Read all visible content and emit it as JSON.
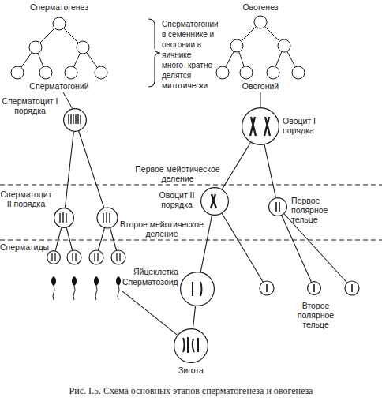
{
  "diagram": {
    "caption": "Рис. I.5. Схема основных этапов сперматогенеза и овогенеза",
    "nodes": [
      {
        "text": [
          "Сперматоцит I порядка"
        ]
      },
      {
        "text": [
          "Сперматоцит II порядка"
        ]
      },
      {
        "text": [
          "Сперматиды"
        ]
      },
      {
        "text": [
          "Сперматозоид"
        ]
      },
      {
        "text": [
          "Овоцит I порядка"
        ]
      },
      {
        "text": [
          "Овоцит II порядка"
        ]
      },
      {
        "text": [
          "Первое полярное тельце"
        ]
      },
      {
        "text": [
          "Яйцеклетка"
        ]
      },
      {
        "text": [
          "Второе полярное тельце"
        ]
      },
      {
        "text": [
          "Зигота"
        ]
      }
    ],
    "edges": [
      {
        "from": 0,
        "to": 1,
        "arrow": "none"
      },
      {
        "from": 1,
        "to": 2,
        "arrow": "none"
      },
      {
        "from": 4,
        "to": 5,
        "arrow": "none"
      },
      {
        "from": 4,
        "to": 6,
        "arrow": "none"
      },
      {
        "from": 5,
        "to": 7,
        "arrow": "none"
      },
      {
        "from": 6,
        "to": 8,
        "arrow": "none"
      },
      {
        "from": 3,
        "to": 9,
        "arrow": "none"
      },
      {
        "from": 7,
        "to": 9,
        "arrow": "none"
      }
    ],
    "labels": [
      "Сперматогенез",
      "Овогенез",
      "Сперматогонии в семеннике и овогонии в яичнике много- кратно делятся митотически",
      "Сперматогоний",
      "Овогоний",
      "Первое мейотическое деление",
      "Второе мейотическое деление"
    ]
  }
}
